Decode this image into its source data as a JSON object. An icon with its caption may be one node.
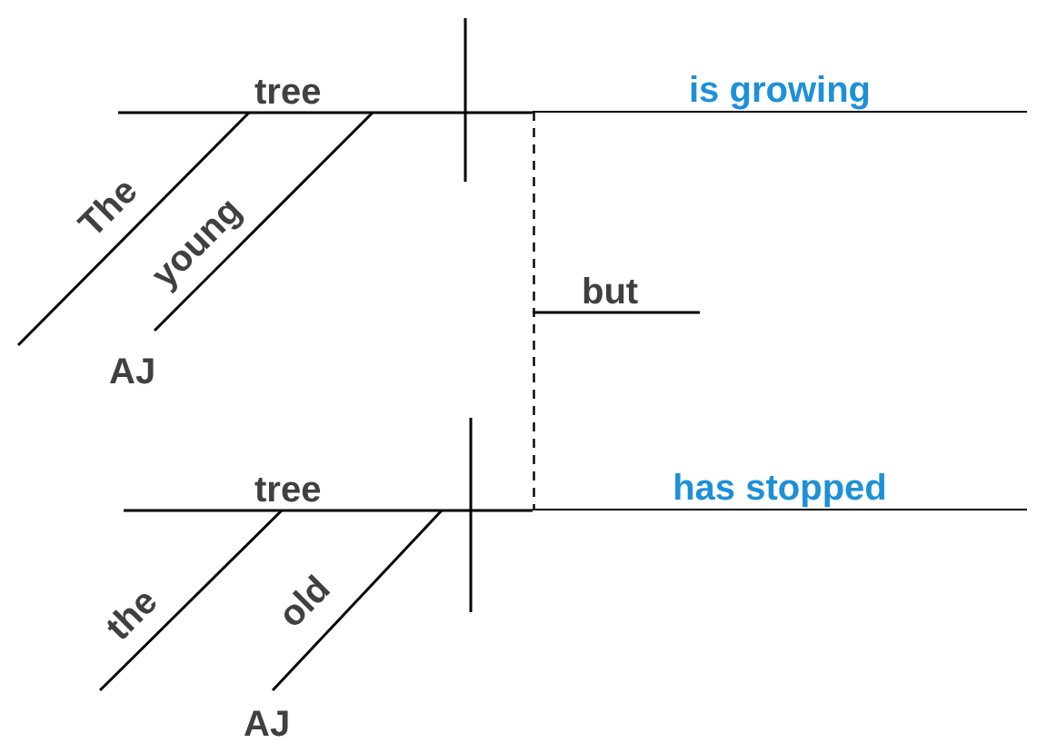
{
  "diagram": {
    "nodes": [
      {
        "text": [
          "tree"
        ]
      },
      {
        "text": [
          "is growing"
        ]
      },
      {
        "text": [
          "The"
        ]
      },
      {
        "text": [
          "young"
        ]
      },
      {
        "text": [
          "but"
        ]
      },
      {
        "text": [
          "tree"
        ]
      },
      {
        "text": [
          "has stopped"
        ]
      },
      {
        "text": [
          "the"
        ]
      },
      {
        "text": [
          "old"
        ]
      }
    ],
    "edges": [
      {
        "from": 1,
        "to": 6,
        "arrow": "none",
        "style": "dashed"
      }
    ],
    "labels": [
      "AJ",
      "AJ"
    ]
  }
}
